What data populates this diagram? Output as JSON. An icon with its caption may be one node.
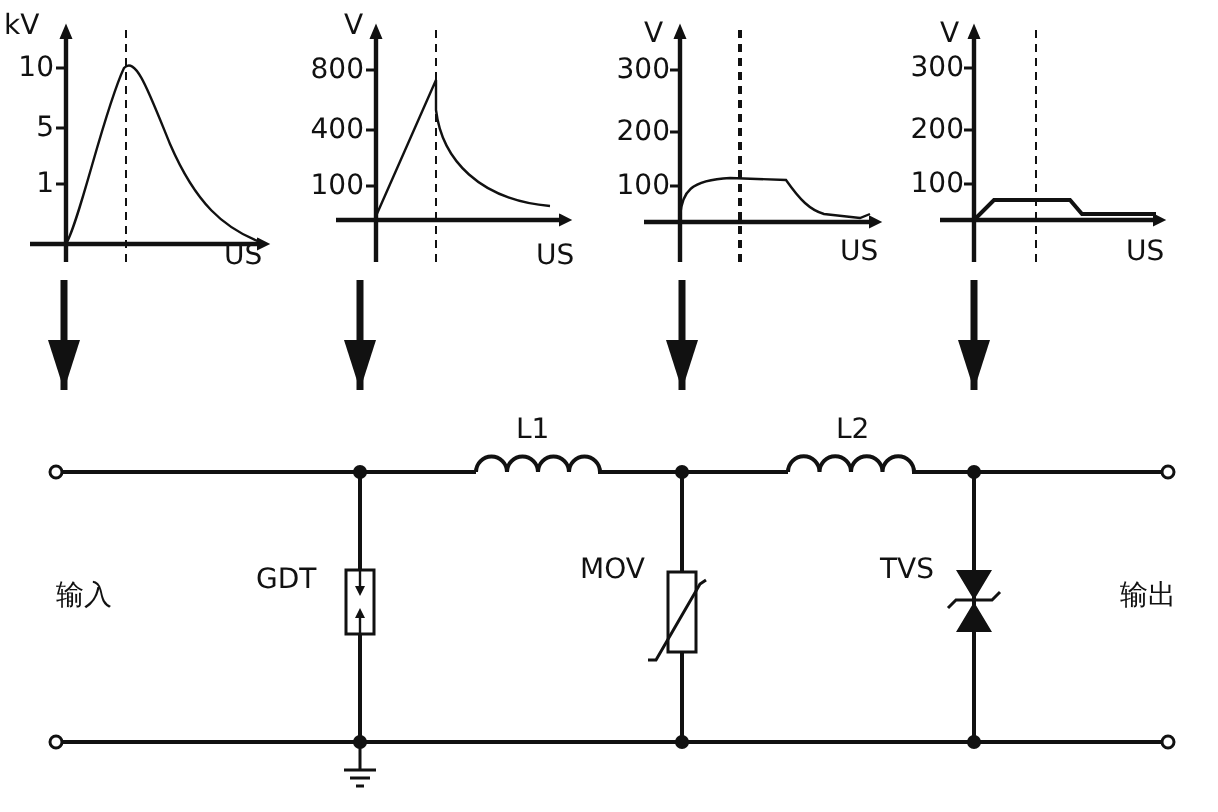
{
  "diagram": {
    "nodes": [
      {
        "text": [
          "kV",
          "10",
          "5",
          "1",
          "US"
        ]
      },
      {
        "text": [
          "V",
          "800",
          "400",
          "100",
          "US"
        ]
      },
      {
        "text": [
          "V",
          "300",
          "200",
          "100",
          "US"
        ]
      },
      {
        "text": [
          "V",
          "300",
          "200",
          "100",
          "US"
        ]
      }
    ],
    "edges": [
      {
        "from": 0,
        "to": null,
        "arrow": "to"
      },
      {
        "from": 1,
        "to": null,
        "arrow": "to"
      },
      {
        "from": 2,
        "to": null,
        "arrow": "to"
      },
      {
        "from": 3,
        "to": null,
        "arrow": "to"
      }
    ],
    "labels": [
      "L1",
      "L2",
      "输入",
      "GDT",
      "MOV",
      "TVS",
      "输出"
    ]
  }
}
